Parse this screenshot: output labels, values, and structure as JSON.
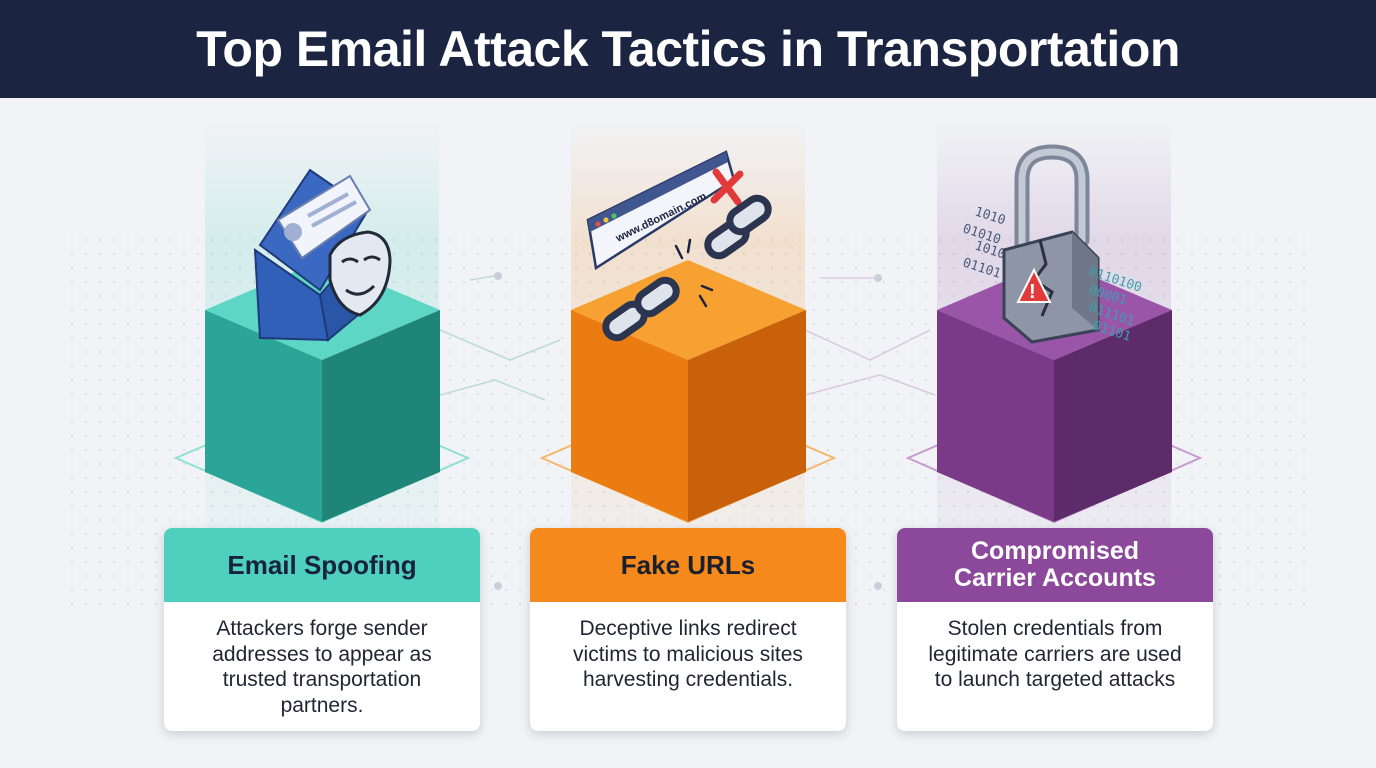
{
  "title": "Top Email Attack Tactics in Transportation",
  "tactics": [
    {
      "title": "Email Spoofing",
      "description": "Attackers forge sender addresses to appear as trusted transportation partners.",
      "color": "#4fd0bf",
      "icon": "envelope-mask-icon"
    },
    {
      "title": "Fake URLs",
      "description": "Deceptive links redirect victims to malicious sites harvesting credentials.",
      "color": "#f5891c",
      "icon": "broken-link-icon",
      "url_text": "www.d8omain.com"
    },
    {
      "title_lines": [
        "Compromised",
        "Carrier Accounts"
      ],
      "description": "Stolen credentials from legitimate carriers are used to launch targeted attacks",
      "color": "#8c489a",
      "icon": "broken-padlock-icon",
      "binary_left": [
        "1010",
        "01010",
        "1010",
        "01101"
      ],
      "binary_right": [
        "0110100",
        "00001",
        "011101",
        "01101"
      ]
    }
  ]
}
